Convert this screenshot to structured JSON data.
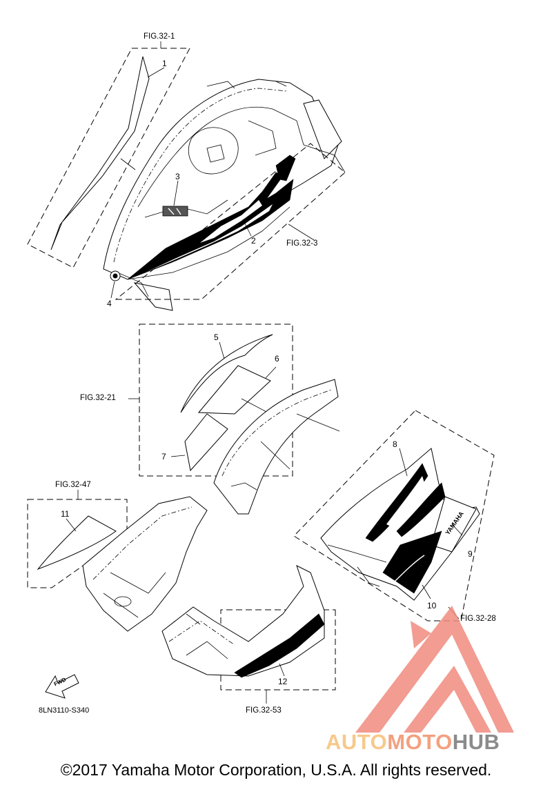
{
  "figure": {
    "callouts": [
      "1",
      "2",
      "3",
      "4",
      "5",
      "6",
      "7",
      "8",
      "9",
      "10",
      "11",
      "12"
    ],
    "fig_refs": [
      "FIG.32-1",
      "FIG.32-3",
      "FIG.32-21",
      "FIG.32-47",
      "FIG.32-28",
      "FIG.32-53"
    ],
    "part_code": "8LN3110-S340",
    "fwd_label": "FWD",
    "decal_text": [
      "YAMAHA"
    ]
  },
  "footer": {
    "copyright": "©2017 Yamaha Motor Corporation, U.S.A. All rights reserved."
  },
  "watermark": {
    "part1": "AUTO",
    "part2": "MOTO",
    "part3": "HUB",
    "colors": {
      "auto": "#f7c98b",
      "moto": "#f3a07f",
      "hub": "#8b8b8b",
      "logo": "#f08b80"
    }
  }
}
